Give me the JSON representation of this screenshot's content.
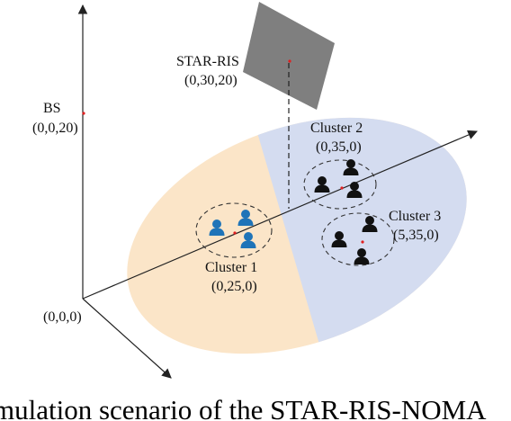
{
  "labels": {
    "star_ris_name": "STAR-RIS",
    "star_ris_coord": "(0,30,20)",
    "bs_name": "BS",
    "bs_coord": "(0,0,20)",
    "origin_coord": "(0,0,0)",
    "cluster1_name": "Cluster 1",
    "cluster1_coord": "(0,25,0)",
    "cluster2_name": "Cluster 2",
    "cluster2_coord": "(0,35,0)",
    "cluster3_name": "Cluster 3",
    "cluster3_coord": "(5,35,0)"
  },
  "caption": "mulation scenario of the STAR-RIS-NOMA",
  "colors": {
    "reflection_region": "#fbe5c8",
    "transmission_region": "#d4dcf0",
    "star_ris_panel": "#7f7f7f",
    "cluster1_users": "#1f74b8",
    "other_users": "#111111",
    "marker": "#e02020"
  },
  "icons": {
    "user": "user-icon"
  }
}
